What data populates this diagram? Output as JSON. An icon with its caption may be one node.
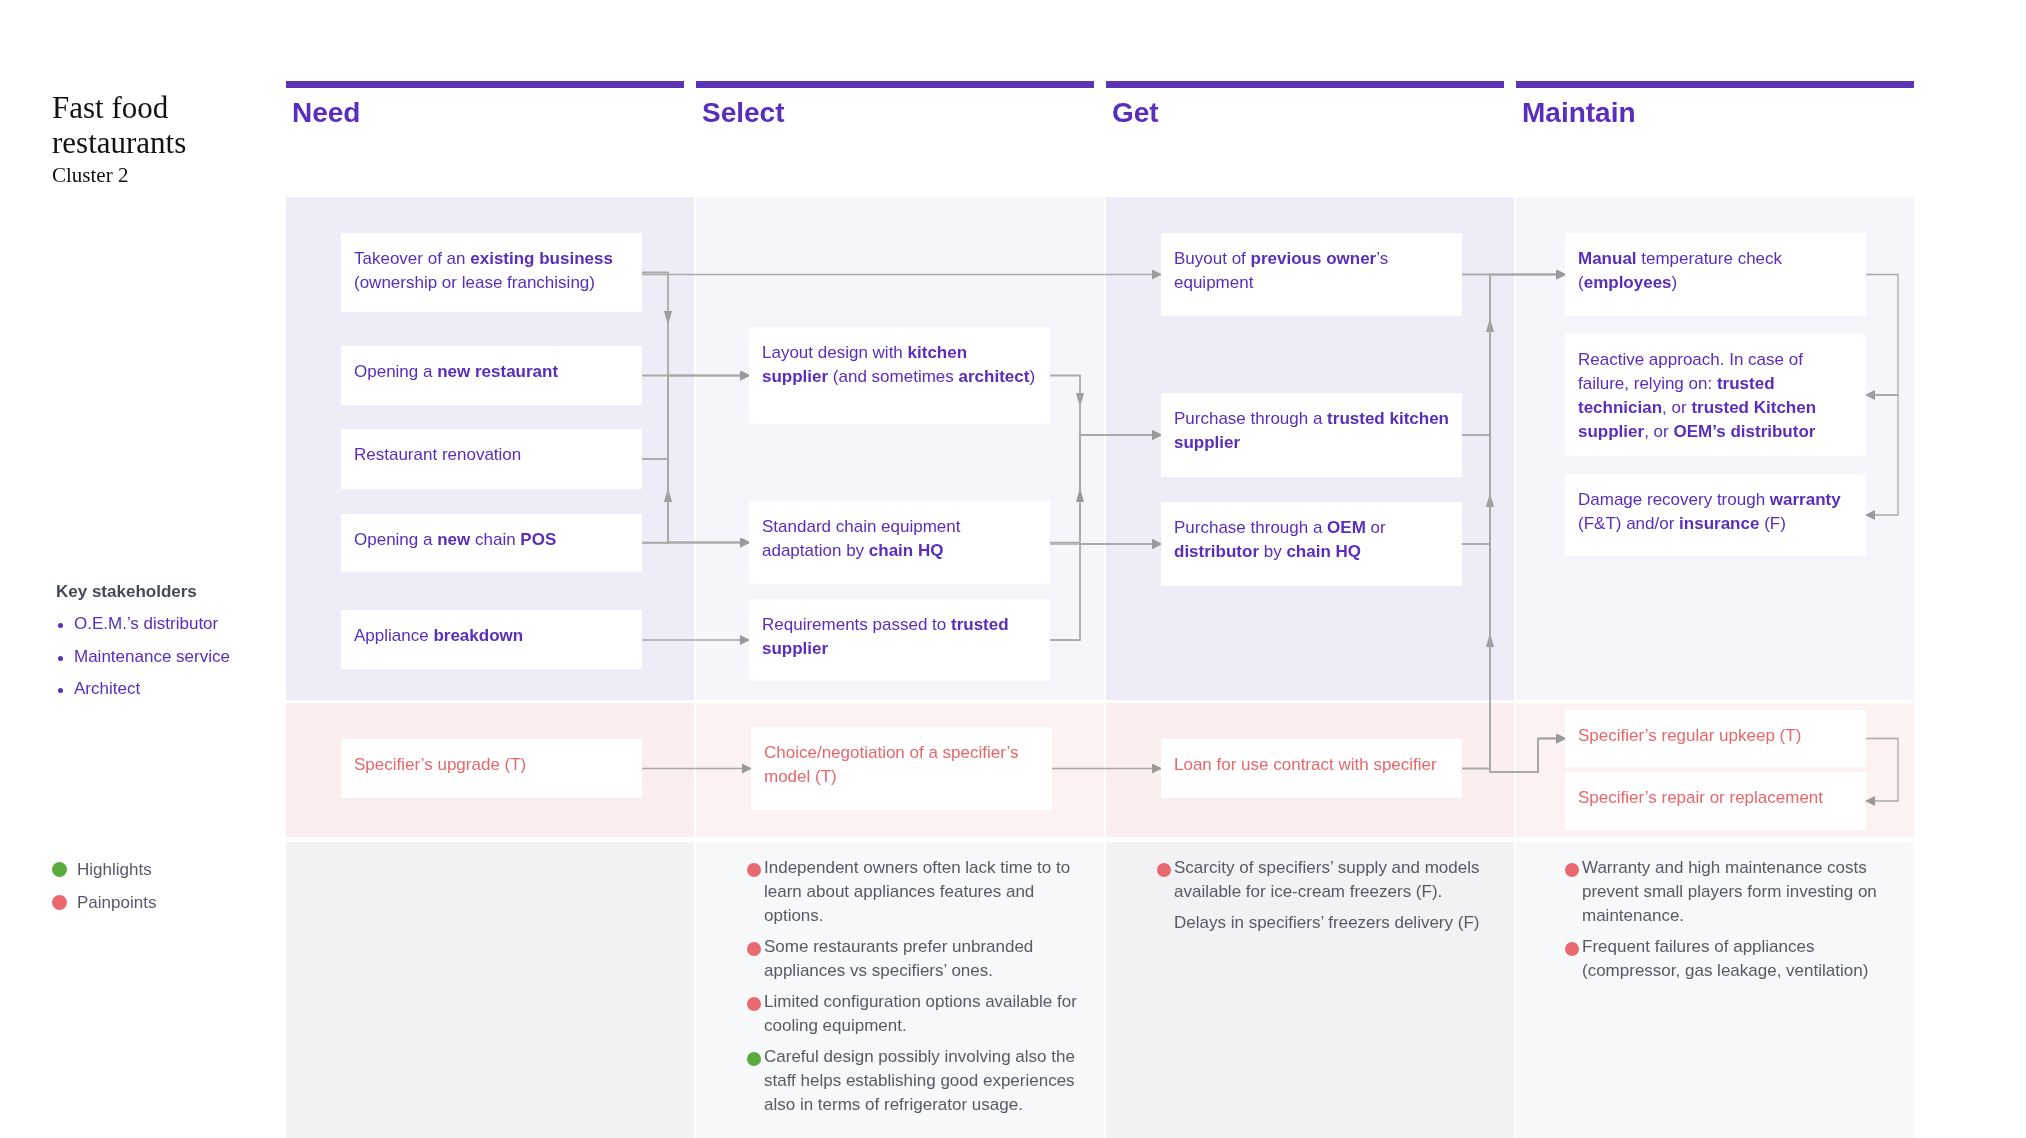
{
  "diagram": {
    "title": "Fast food restaurants",
    "nodes": [
      {
        "text": [
          "Takeover of an **existing business** (ownership or lease franchising)"
        ]
      },
      {
        "text": [
          "Opening a **new restaurant**"
        ]
      },
      {
        "text": [
          "Restaurant renovation"
        ]
      },
      {
        "text": [
          "Opening a **new** chain **POS**"
        ]
      },
      {
        "text": [
          "Appliance **breakdown**"
        ]
      },
      {
        "text": [
          "Specifier’s upgrade (T)"
        ]
      },
      {
        "text": [
          "Layout design with **kitchen supplier** (and sometimes **architect**)"
        ]
      },
      {
        "text": [
          "Standard chain equipment adaptation by **chain HQ**"
        ]
      },
      {
        "text": [
          "Requirements passed to **trusted supplier**"
        ]
      },
      {
        "text": [
          "Choice/negotiation of a specifier’s model (T)"
        ]
      },
      {
        "text": [
          "Buyout of **previous owner**’s equipment"
        ]
      },
      {
        "text": [
          "Purchase through a **trusted kitchen supplier**"
        ]
      },
      {
        "text": [
          "Purchase through a **OEM** or **distributor** by **chain HQ**"
        ]
      },
      {
        "text": [
          "Loan for use contract with specifier"
        ]
      },
      {
        "text": [
          "**Manual** temperature check (**employees**)"
        ]
      },
      {
        "text": [
          "Reactive approach. In case of failure, relying on: **trusted technician**, or **trusted Kitchen supplier**, or **OEM’s distributor**"
        ]
      },
      {
        "text": [
          "Damage recovery trough **warranty** (F&T) and/or **insurance** (F)"
        ]
      },
      {
        "text": [
          "Specifier’s regular upkeep (T)"
        ]
      },
      {
        "text": [
          "Specifier’s repair or replacement"
        ]
      }
    ],
    "edges": [
      {
        "from": 0,
        "to": 10,
        "arrow": "to"
      },
      {
        "from": 0,
        "to": 6,
        "arrow": "to"
      },
      {
        "from": 1,
        "to": 6,
        "arrow": "to"
      },
      {
        "from": 2,
        "to": 6,
        "arrow": "to"
      },
      {
        "from": 3,
        "to": 6,
        "arrow": "to"
      },
      {
        "from": 0,
        "to": 7,
        "arrow": "to"
      },
      {
        "from": 1,
        "to": 7,
        "arrow": "to"
      },
      {
        "from": 2,
        "to": 7,
        "arrow": "to"
      },
      {
        "from": 3,
        "to": 7,
        "arrow": "to"
      },
      {
        "from": 4,
        "to": 8,
        "arrow": "to"
      },
      {
        "from": 5,
        "to": 9,
        "arrow": "to"
      },
      {
        "from": 6,
        "to": 11,
        "arrow": "to"
      },
      {
        "from": 7,
        "to": 11,
        "arrow": "to"
      },
      {
        "from": 8,
        "to": 11,
        "arrow": "to"
      },
      {
        "from": 6,
        "to": 12,
        "arrow": "to"
      },
      {
        "from": 7,
        "to": 12,
        "arrow": "to"
      },
      {
        "from": 8,
        "to": 12,
        "arrow": "to"
      },
      {
        "from": 9,
        "to": 13,
        "arrow": "to"
      },
      {
        "from": 10,
        "to": 14,
        "arrow": "to"
      },
      {
        "from": 11,
        "to": 14,
        "arrow": "to"
      },
      {
        "from": 12,
        "to": 14,
        "arrow": "to"
      },
      {
        "from": 13,
        "to": 14,
        "arrow": "to"
      },
      {
        "from": 10,
        "to": 17,
        "arrow": "to"
      },
      {
        "from": 11,
        "to": 17,
        "arrow": "to"
      },
      {
        "from": 12,
        "to": 17,
        "arrow": "to"
      },
      {
        "from": 13,
        "to": 17,
        "arrow": "to"
      },
      {
        "from": 14,
        "to": 15,
        "arrow": "to"
      },
      {
        "from": 15,
        "to": 16,
        "arrow": "to"
      },
      {
        "from": 17,
        "to": 18,
        "arrow": "to"
      }
    ],
    "labels": [
      "Cluster 2",
      "Need",
      "Select",
      "Get",
      "Maintain",
      "Key stakeholders",
      "O.E.M.’s distributor",
      "Maintenance service",
      "Architect",
      "Independent owners often lack time to to learn about appliances features and options.",
      "Some restaurants prefer unbranded appliances vs specifiers’ ones.",
      "Limited configuration options available for cooling equipment.",
      "Careful design possibly involving also the staff helps establishing good experiences also in terms of refrigerator usage.",
      "Scarcity of specifiers’ supply and models available for ice-cream freezers (F).",
      "Delays in specifiers’ freezers delivery (F)",
      "Warranty and high maintenance costs prevent small players form investing on maintenance.",
      "Frequent failures of appliances (compressor, gas leakage, ventilation)"
    ],
    "legend": [
      {
        "text": "Highlights",
        "color": "#5aab3d"
      },
      {
        "text": "Painpoints",
        "color": "#e8696f"
      }
    ]
  }
}
